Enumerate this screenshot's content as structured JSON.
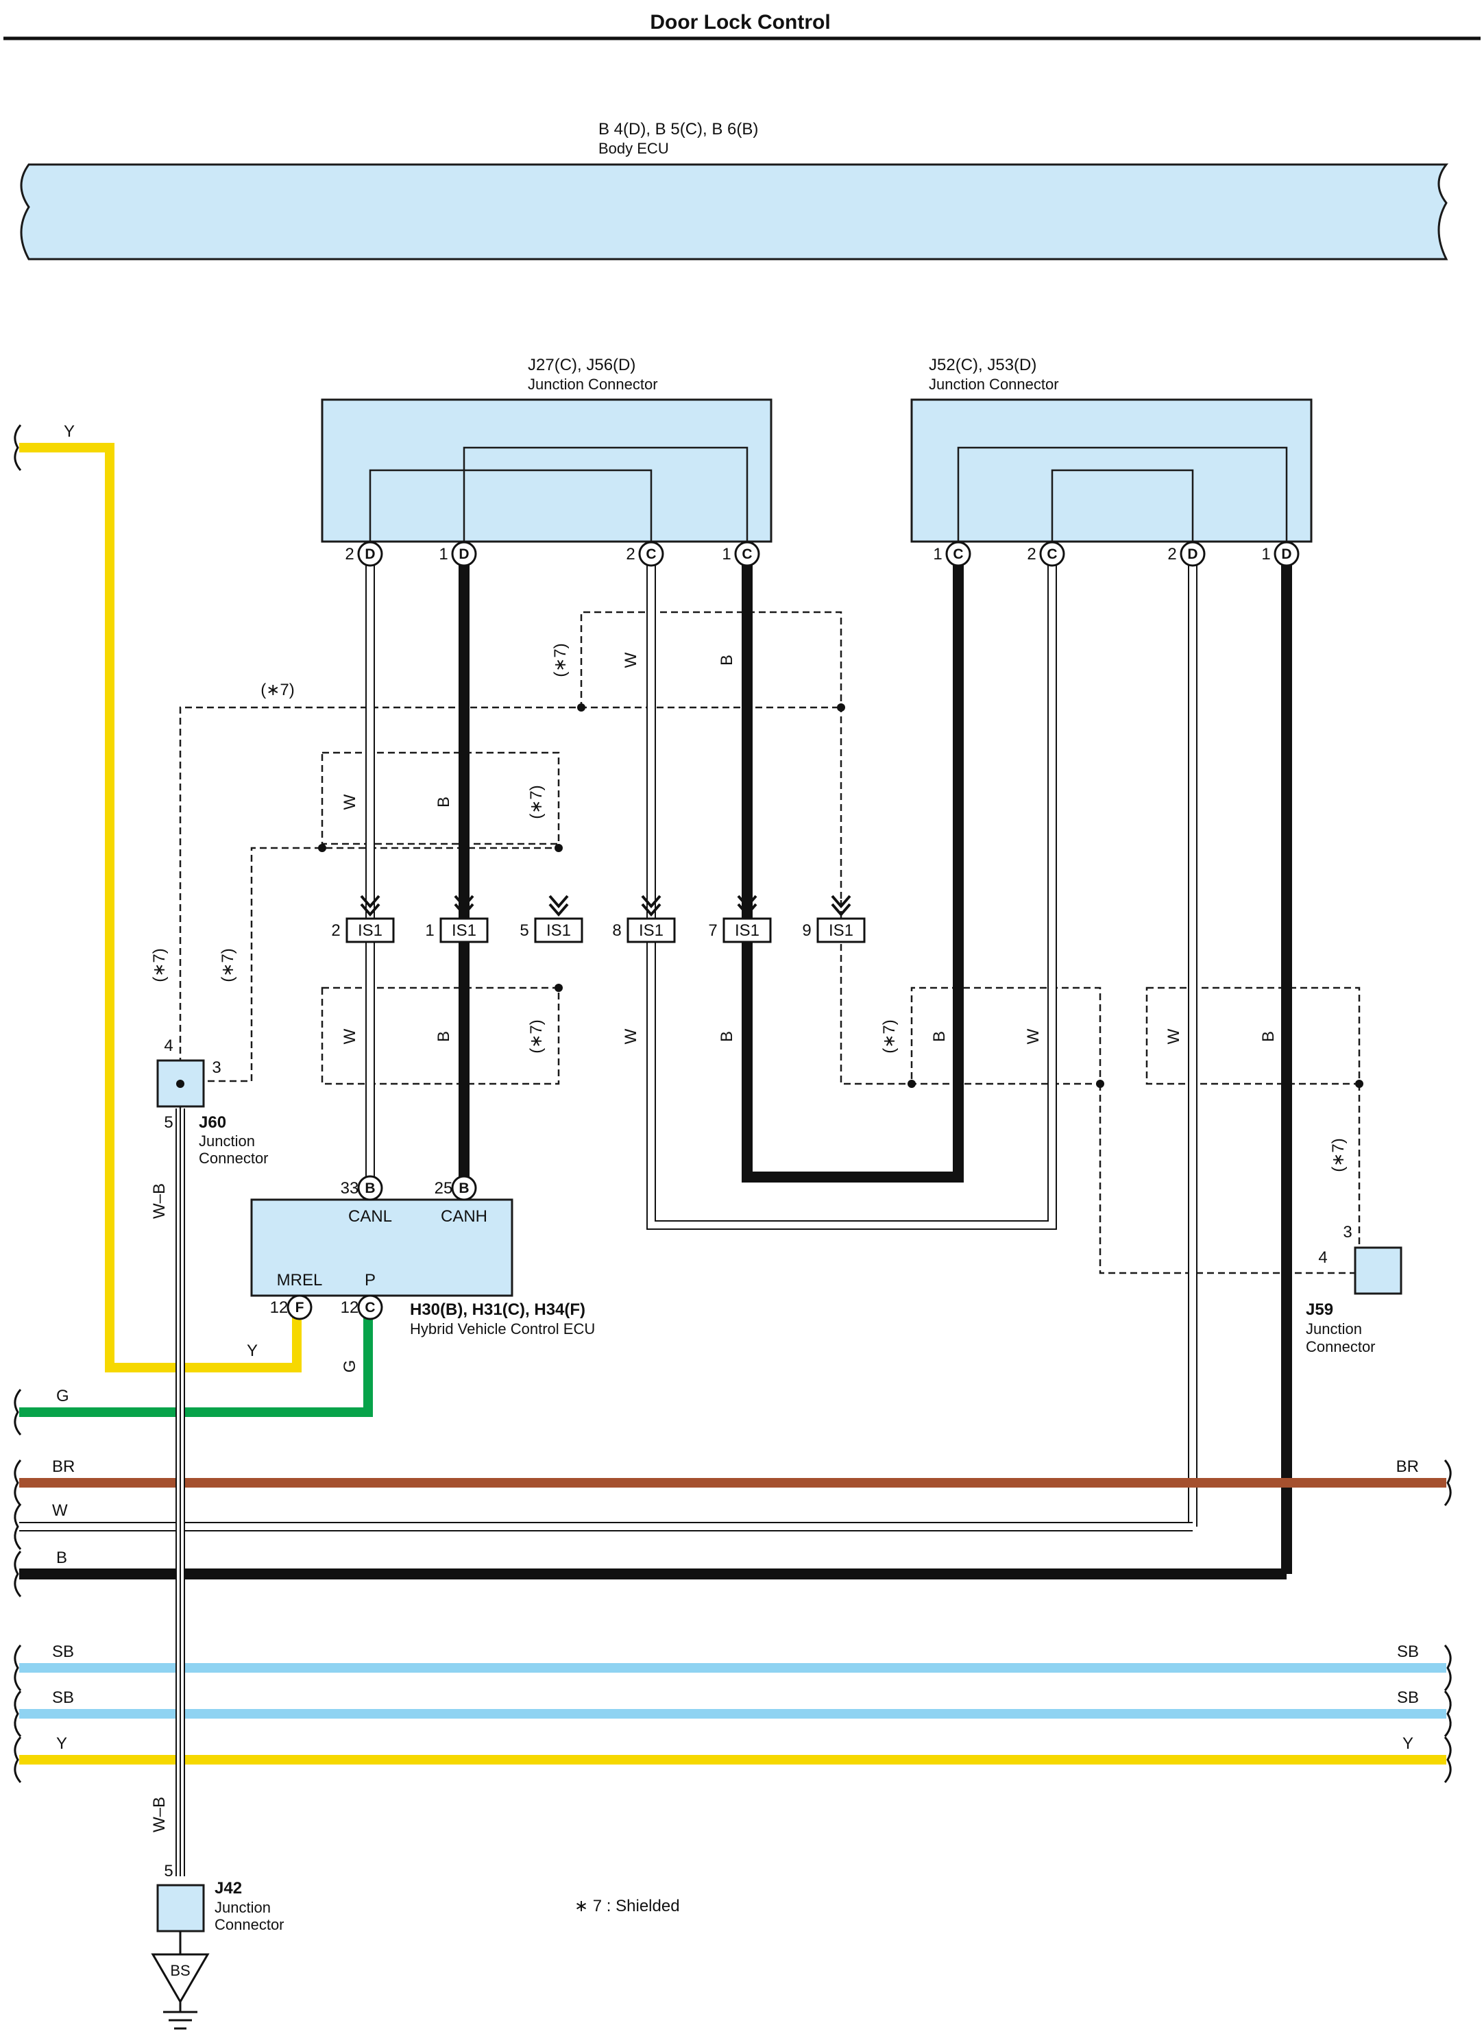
{
  "title": "Door Lock Control",
  "body_ecu": {
    "code": "B 4(D), B 5(C), B 6(B)",
    "name": "Body ECU"
  },
  "jc_left": {
    "code": "J27(C), J56(D)",
    "name": "Junction Connector",
    "pins": [
      {
        "num": "2",
        "letter": "D"
      },
      {
        "num": "1",
        "letter": "D"
      },
      {
        "num": "2",
        "letter": "C"
      },
      {
        "num": "1",
        "letter": "C"
      }
    ]
  },
  "jc_right": {
    "code": "J52(C), J53(D)",
    "name": "Junction Connector",
    "pins": [
      {
        "num": "1",
        "letter": "C"
      },
      {
        "num": "2",
        "letter": "C"
      },
      {
        "num": "2",
        "letter": "D"
      },
      {
        "num": "1",
        "letter": "D"
      }
    ]
  },
  "is1": {
    "code": "IS1",
    "pins": [
      "2",
      "1",
      "5",
      "8",
      "7",
      "9"
    ]
  },
  "shield_tag": "(∗7)",
  "wire_labels": {
    "W": "W",
    "B": "B",
    "WB": "W–B",
    "G": "G",
    "Y": "Y"
  },
  "j60": {
    "code": "J60",
    "line1": "Junction",
    "line2": "Connector",
    "pin_a": "4",
    "pin_b": "3",
    "pin_c": "5"
  },
  "j59": {
    "code": "J59",
    "line1": "Junction",
    "line2": "Connector",
    "pin_a": "3",
    "pin_b": "4"
  },
  "j42": {
    "code": "J42",
    "line1": "Junction",
    "line2": "Connector",
    "pin_a": "5"
  },
  "hv_ecu": {
    "code": "H30(B), H31(C), H34(F)",
    "name": "Hybrid Vehicle Control ECU",
    "canl": "CANL",
    "canh": "CANH",
    "mrel": "MREL",
    "p": "P",
    "pin_canl": {
      "num": "33",
      "letter": "B"
    },
    "pin_canh": {
      "num": "25",
      "letter": "B"
    },
    "pin_mrel": {
      "num": "12",
      "letter": "F"
    },
    "pin_p": {
      "num": "12",
      "letter": "C"
    }
  },
  "ground": "BS",
  "buses": {
    "y_top": "Y",
    "g": "G",
    "br": "BR",
    "w": "W",
    "b": "B",
    "sb1": "SB",
    "sb2": "SB",
    "y_bottom": "Y"
  },
  "footnote": "∗ 7 : Shielded",
  "colors": {
    "component_fill": "#cce8f8",
    "yellow": "#f6d800",
    "green": "#07a34a",
    "brown": "#a5502e",
    "sky_blue": "#8fd3f2",
    "black": "#111111",
    "white_wire": "#ffffff"
  }
}
